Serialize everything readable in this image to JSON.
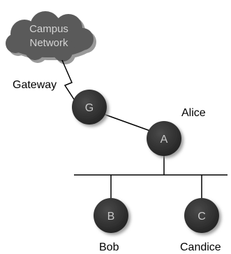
{
  "cloud": {
    "line1": "Campus",
    "line2": "Network"
  },
  "labels": {
    "gateway": "Gateway",
    "alice": "Alice",
    "bob": "Bob",
    "candice": "Candice"
  },
  "nodes": {
    "g": "G",
    "a": "A",
    "b": "B",
    "c": "C"
  },
  "colors": {
    "node_fill": "#3a3a3a",
    "cloud_fill": "#5a5a5a",
    "line": "#000000"
  }
}
